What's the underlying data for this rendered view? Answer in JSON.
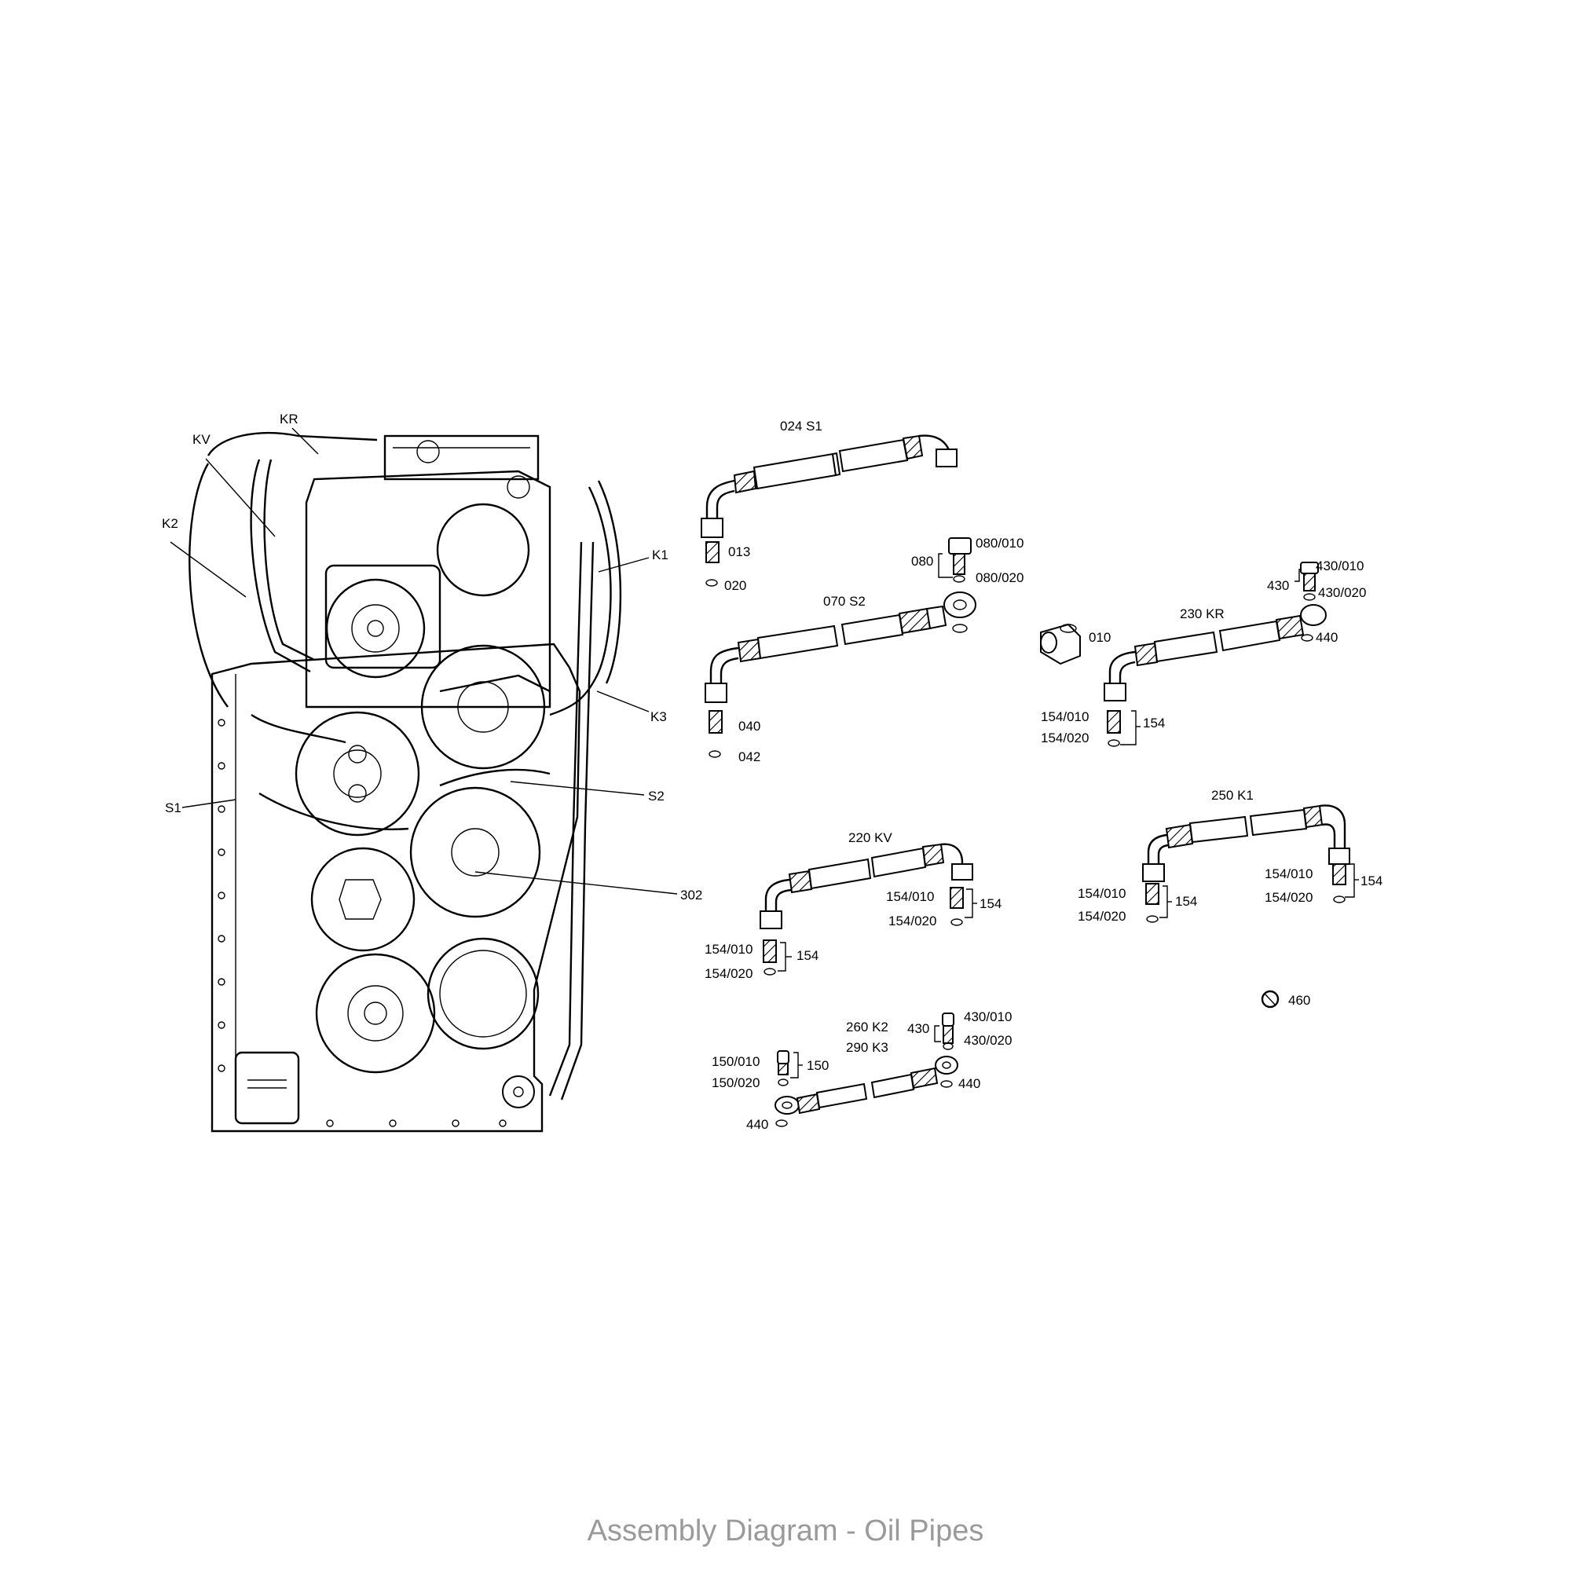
{
  "caption": "Assembly Diagram - Oil Pipes",
  "housing_labels": {
    "kr": "KR",
    "kv": "KV",
    "k2": "K2",
    "k1": "K1",
    "k3": "K3",
    "s1": "S1",
    "s2": "S2",
    "p302": "302"
  },
  "parts": {
    "p024": "024 S1",
    "p013": "013",
    "p020": "020",
    "p070": "070 S2",
    "p040": "040",
    "p042": "042",
    "p080": "080",
    "p080_010": "080/010",
    "p080_020": "080/020",
    "p010": "010",
    "p230": "230 KR",
    "p430a": "430",
    "p430_010a": "430/010",
    "p430_020a": "430/020",
    "p440a": "440",
    "p154_010a": "154/010",
    "p154_020a": "154/020",
    "p154a": "154",
    "p250": "250 K1",
    "p154_010b": "154/010",
    "p154_020b": "154/020",
    "p154b": "154",
    "p154_010c": "154/010",
    "p154_020c": "154/020",
    "p154c": "154",
    "p220": "220 KV",
    "p154_010d": "154/010",
    "p154_020d": "154/020",
    "p154d": "154",
    "p154_010e": "154/010",
    "p154_020e": "154/020",
    "p154e": "154",
    "p460": "460",
    "p260": "260 K2",
    "p290": "290 K3",
    "p430b": "430",
    "p430_010b": "430/010",
    "p430_020b": "430/020",
    "p440b": "440",
    "p150_010": "150/010",
    "p150_020": "150/020",
    "p150": "150",
    "p440c": "440"
  }
}
